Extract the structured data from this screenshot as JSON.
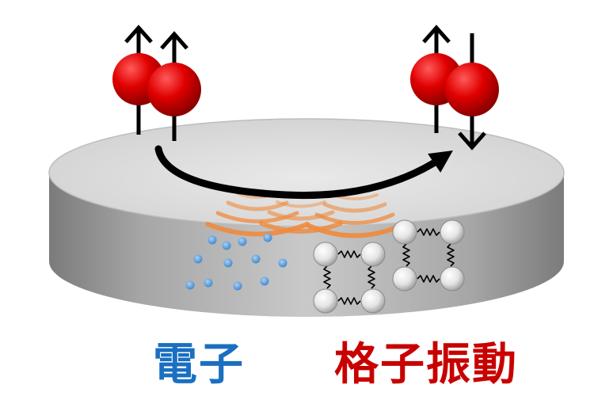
{
  "labels": {
    "electron": "電子",
    "lattice_vibration": "格子振動"
  },
  "colors": {
    "electron_label": "#1a6fc0",
    "lattice_label": "#c80000",
    "electron_ball": "#d90000",
    "disc_top": "#d9d9d9",
    "disc_side": "#8f8f8f",
    "ripple": "#f08a3c",
    "electron_dot": "#4e93d6",
    "lattice_atom": "#dedede",
    "arrow": "#000000"
  },
  "icons": {
    "electron_pair_left": "electron-spin-up-up",
    "electron_pair_right": "electron-spin-up-down",
    "transfer_arrow": "curved-arrow-icon",
    "ripple": "vibration-wave-icon",
    "electron_gas": "electron-dots-icon",
    "lattice": "lattice-atoms-springs-icon"
  }
}
